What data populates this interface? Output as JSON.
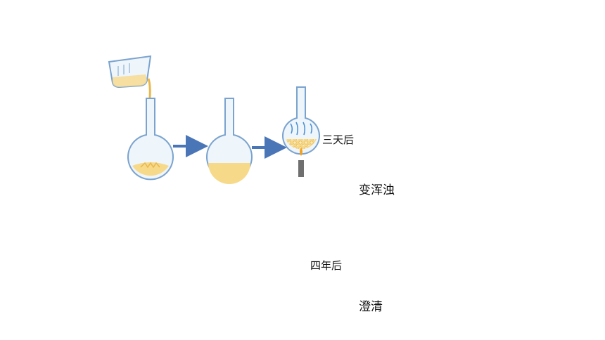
{
  "top_row": {
    "time_label": "三天后",
    "result_label": "变浑浊"
  },
  "bottom_row": {
    "time_label": "四年后",
    "result_label": "澄清"
  },
  "colors": {
    "glass": "#7aa3cf",
    "glass_fill": "#eef5fb",
    "broth": "#f7d98a",
    "broth_dark": "#e9b84a",
    "arrow": "#4a76b8",
    "steam": "#4a8fd6",
    "flame": "#f4a11d",
    "burner": "#6f6f6f",
    "decor": "#1f3f78"
  }
}
